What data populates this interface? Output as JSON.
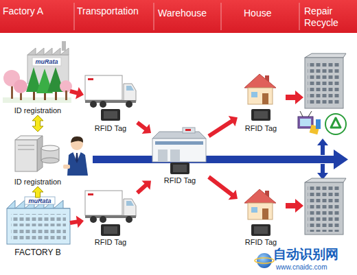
{
  "diagram": {
    "nodes": [
      {
        "text": [
          "ID registration"
        ]
      },
      {
        "text": [
          "ID registration"
        ]
      },
      {
        "text": [
          "FACTORY B"
        ]
      },
      {
        "text": [
          "RFID Tag"
        ]
      },
      {
        "text": [
          "RFID Tag"
        ]
      },
      {
        "text": [
          "RFID Tag"
        ]
      },
      {
        "text": [
          "RFID Tag"
        ]
      },
      {
        "text": [
          "RFID Tag"
        ]
      }
    ],
    "edges": [
      {
        "from": 0,
        "to": 1,
        "arrow": "both"
      },
      {
        "from": 2,
        "to": 1,
        "arrow": "to"
      },
      {
        "from": 0,
        "to": 3,
        "arrow": "to"
      },
      {
        "from": 3,
        "to": 5,
        "arrow": "to"
      },
      {
        "from": 2,
        "to": 4,
        "arrow": "to"
      },
      {
        "from": 4,
        "to": 5,
        "arrow": "to"
      },
      {
        "from": 5,
        "to": 6,
        "arrow": "to"
      },
      {
        "from": 5,
        "to": 7,
        "arrow": "to"
      }
    ],
    "labels": [
      "Factory A",
      "Transportation",
      "Warehouse",
      "House",
      "Repair Recycle",
      "muRata",
      "muRata",
      "自动识别网",
      "www.cnaidc.com"
    ]
  }
}
